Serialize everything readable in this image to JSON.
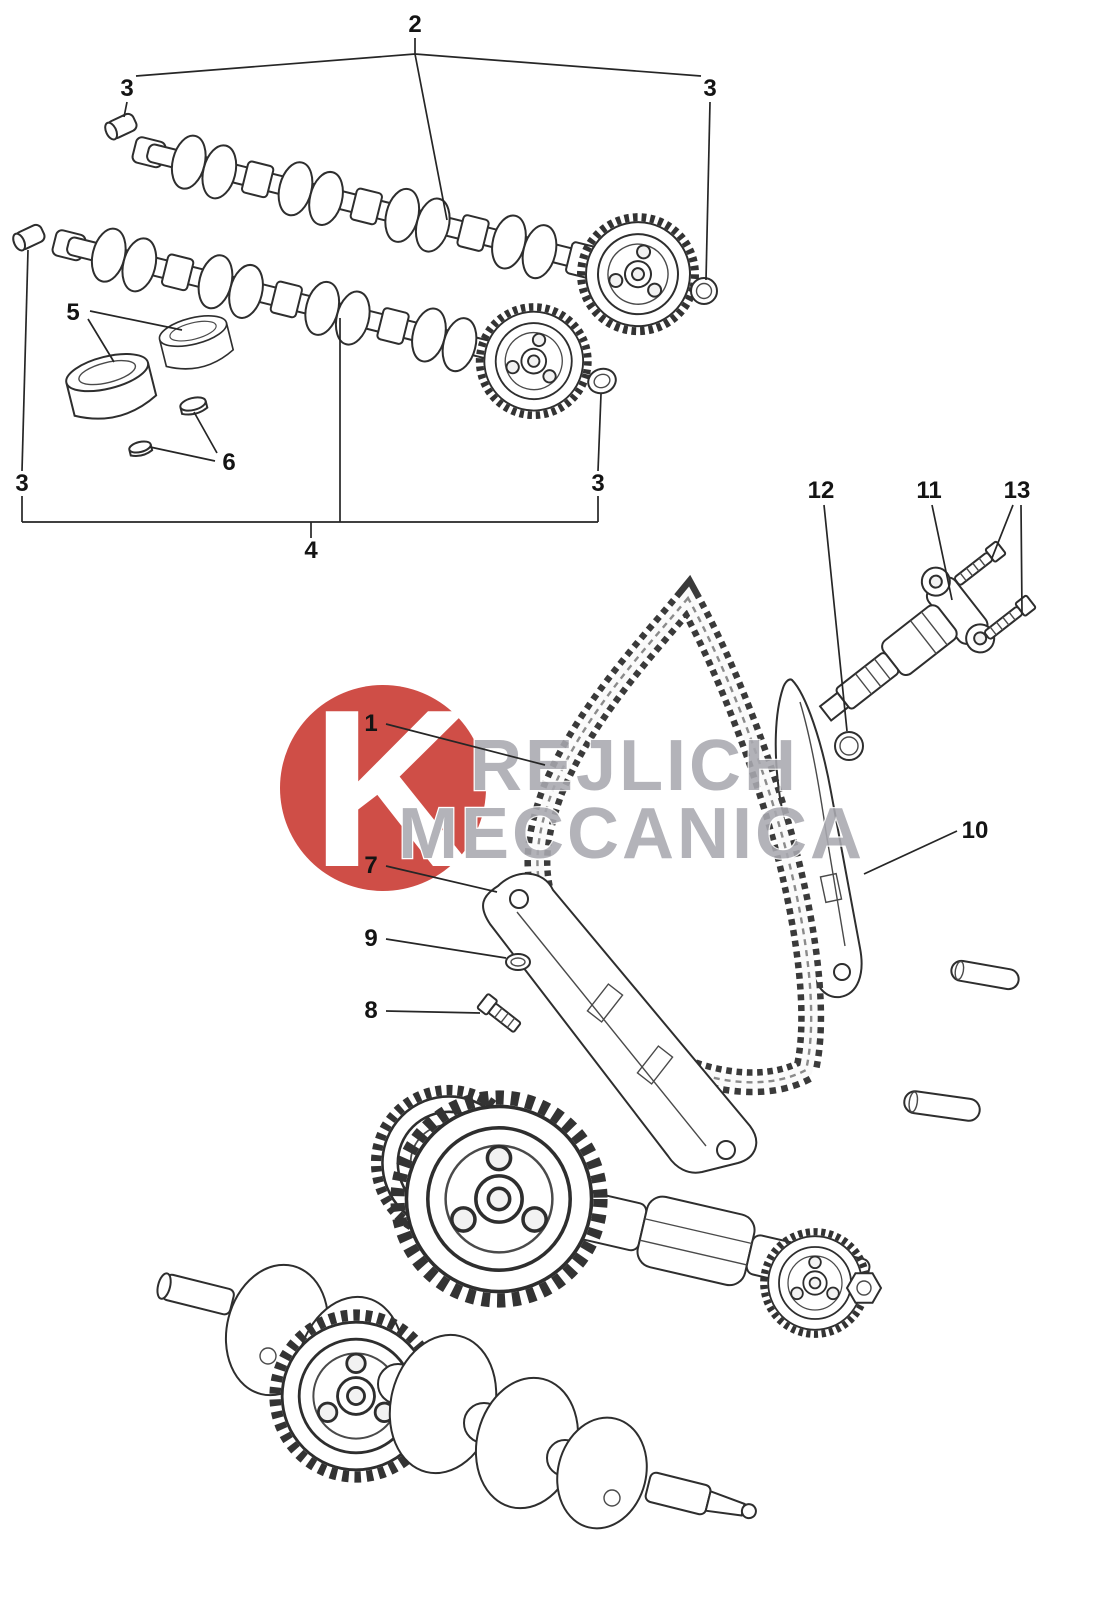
{
  "callouts": {
    "c1": "1",
    "c2": "2",
    "c3_top_left": "3",
    "c3_top_right": "3",
    "c3_left": "3",
    "c3_mid": "3",
    "c4": "4",
    "c5": "5",
    "c6": "6",
    "c7": "7",
    "c8": "8",
    "c9": "9",
    "c10": "10",
    "c11": "11",
    "c12": "12",
    "c13": "13"
  },
  "watermark": {
    "letter": "K",
    "line1": "REJLICH",
    "line2": "MECCANICA",
    "circle_color": "#c9362e",
    "letter_color": "#ffffff",
    "text_color": "#a9a9b0"
  }
}
